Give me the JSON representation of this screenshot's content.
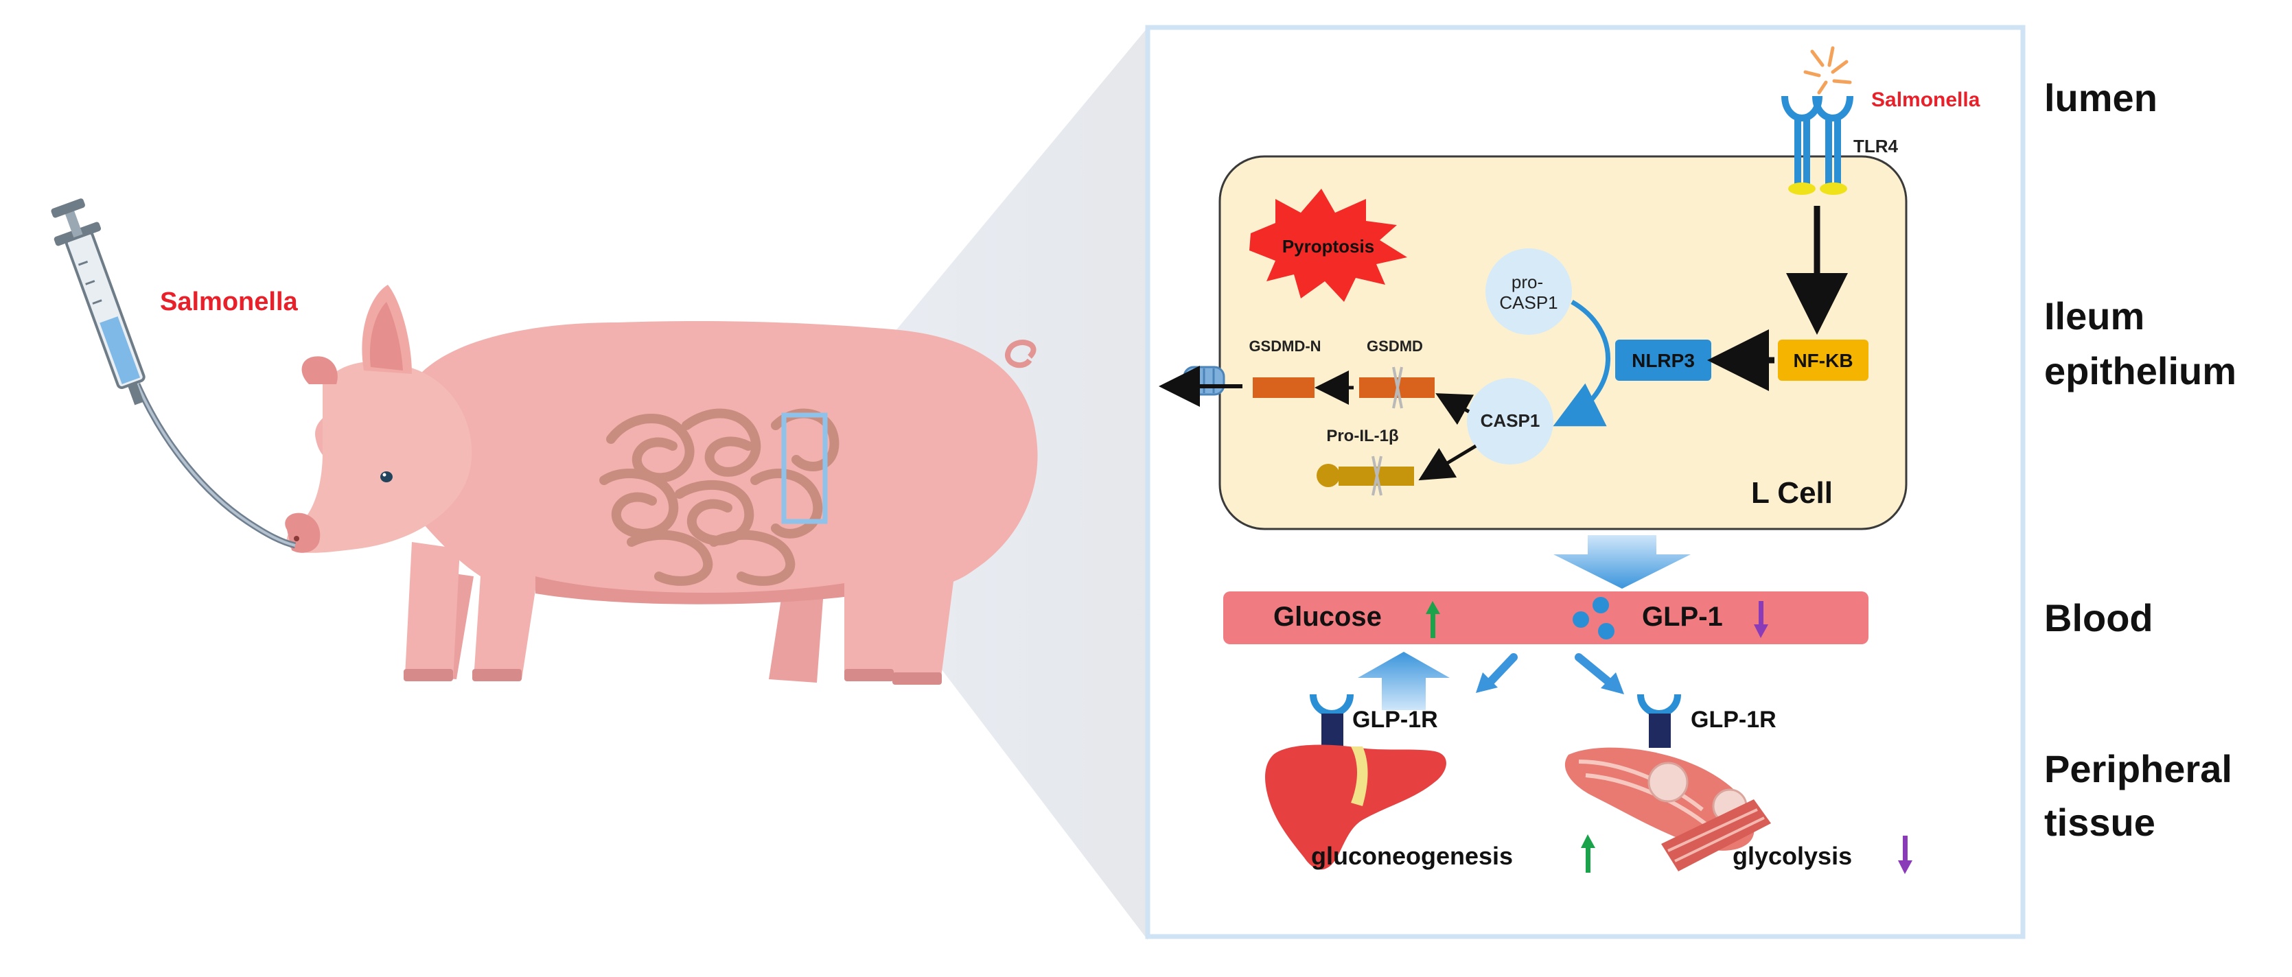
{
  "left_panel": {
    "pathogen_label": "Salmonella"
  },
  "zoom_box": {
    "cell": {
      "name": "L Cell",
      "pyroptosis": "Pyroptosis",
      "pro_casp1": [
        "pro-",
        "CASP1"
      ],
      "casp1": "CASP1",
      "nlrp3": "NLRP3",
      "nfkb": "NF-KB",
      "gsdmd": "GSDMD",
      "gsdmd_n": "GSDMD-N",
      "pro_il1b": "Pro-IL-1β"
    },
    "receptor": {
      "pathogen": "Salmonella",
      "tlr4": "TLR4"
    },
    "blood": {
      "glucose": "Glucose",
      "glp1": "GLP-1"
    },
    "tissue": {
      "glp1r_liver": "GLP-1R",
      "glp1r_muscle": "GLP-1R",
      "gluconeogenesis": "gluconeogenesis",
      "glycolysis": "glycolysis"
    }
  },
  "layers": {
    "lumen": "lumen",
    "ileum_line1": "Ileum",
    "ileum_line2": "epithelium",
    "blood": "Blood",
    "peripheral_line1": "Peripheral",
    "peripheral_line2": "tissue"
  },
  "colors": {
    "salmonella_red": "#e8202a",
    "cell_fill": "#fdf0cf",
    "blood_band": "#f07b80",
    "up_arrow": "#1aa34a",
    "down_arrow": "#8a3bb8",
    "nlrp3_box": "#2b8fd6",
    "nfkb_box": "#f5b400",
    "frame_blue": "#cfe3f5"
  }
}
